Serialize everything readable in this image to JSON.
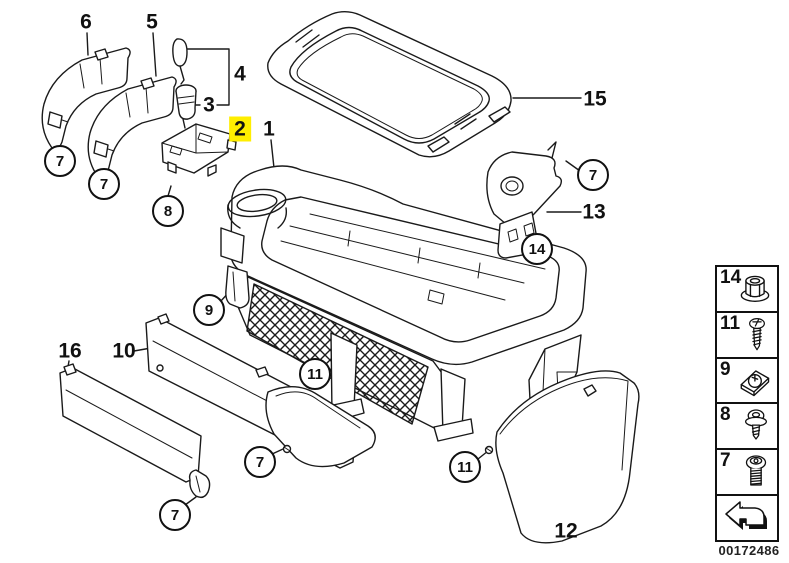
{
  "meta": {
    "id_number": "00172486",
    "type": "exploded-parts-diagram",
    "subject": "centre console"
  },
  "colors": {
    "line": "#1a1a1a",
    "background": "#ffffff",
    "highlight": "#ffee00"
  },
  "callouts": {
    "n1": "1",
    "n2": "2",
    "n3": "3",
    "n4": "4",
    "n5": "5",
    "n6": "6",
    "n10": "10",
    "n12": "12",
    "n13": "13",
    "n15": "15",
    "n16": "16"
  },
  "circled": {
    "n7": "7",
    "n8": "8",
    "n9": "9",
    "n11": "11",
    "n14": "14"
  },
  "highlighted_callout": "2",
  "legend": {
    "rows": [
      {
        "label": "14",
        "icon": "flange-nut-icon"
      },
      {
        "label": "11",
        "icon": "tapping-screw-icon"
      },
      {
        "label": "9",
        "icon": "speed-nut-icon"
      },
      {
        "label": "8",
        "icon": "washer-screw-icon"
      },
      {
        "label": "7",
        "icon": "torx-bolt-icon"
      },
      {
        "label": "",
        "icon": "direction-arrow-icon"
      }
    ]
  }
}
